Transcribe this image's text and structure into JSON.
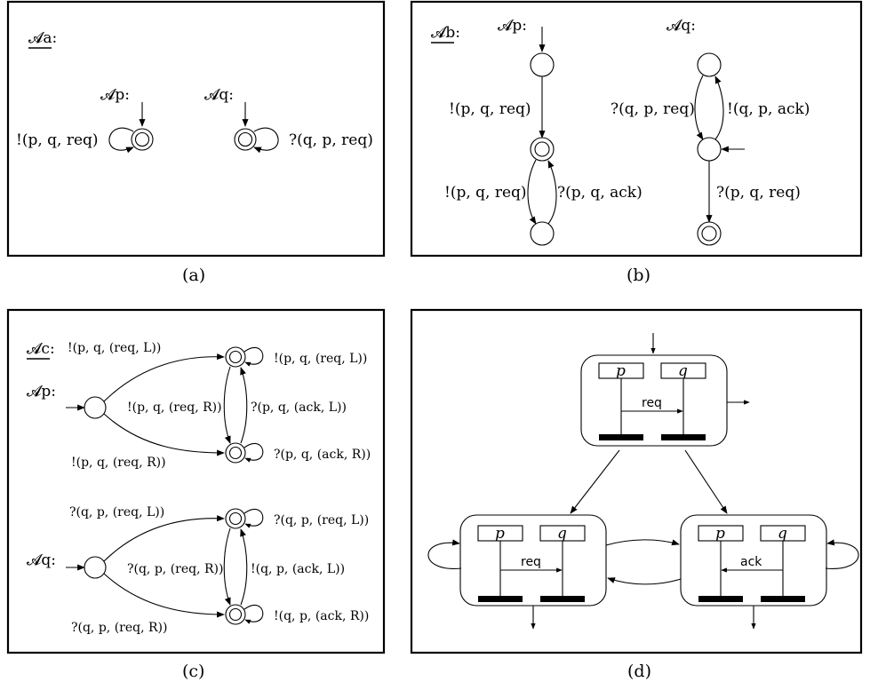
{
  "panels": {
    "a": {
      "caption": "(a)",
      "title": "𝓐a:",
      "ap_label": "𝓐p:",
      "aq_label": "𝓐q:",
      "p_loop": "!(p, q, req)",
      "q_loop": "?(q, p, req)"
    },
    "b": {
      "caption": "(b)",
      "title": "𝓐b:",
      "ap_label": "𝓐p:",
      "aq_label": "𝓐q:",
      "p_e1": "!(p, q, req)",
      "p_e2": "!(p, q, req)",
      "p_e3": "?(p, q, ack)",
      "q_e1": "?(q, p, req)",
      "q_e2": "!(q, p, ack)",
      "q_e3": "?(p, q, req)"
    },
    "c": {
      "caption": "(c)",
      "title": "𝓐c:",
      "ap_label": "𝓐p:",
      "aq_label": "𝓐q:",
      "p_top": "!(p, q, (req, L))",
      "p_top_loop": "!(p, q, (req, L))",
      "p_mid": "!(p, q, (req, R))",
      "p_mid_right": "?(p, q, (ack, L))",
      "p_bot": "!(p, q, (req, R))",
      "p_bot_loop": "?(p, q, (ack, R))",
      "q_top": "?(q, p, (req, L))",
      "q_top_loop": "?(q, p, (req, L))",
      "q_mid": "?(q, p, (req, R))",
      "q_mid_right": "!(q, p, (ack, L))",
      "q_bot": "?(q, p, (req, R))",
      "q_bot_loop": "!(q, p, (ack, R))"
    },
    "d": {
      "caption": "(d)",
      "top": {
        "p": "p",
        "q": "q",
        "msg": "req"
      },
      "left": {
        "p": "p",
        "q": "q",
        "msg": "req"
      },
      "right": {
        "p": "p",
        "q": "q",
        "msg": "ack"
      }
    }
  }
}
